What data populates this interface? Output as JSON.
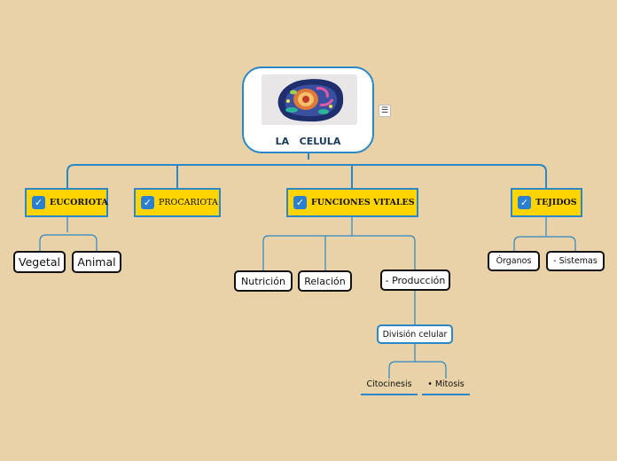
{
  "root": {
    "title": "LA   CELULA",
    "image_alt": "cell-illustration"
  },
  "menu_icon": "☰",
  "branches": [
    {
      "label": "EUCORIOTA",
      "bold": true
    },
    {
      "label": "PROCARIOTA",
      "bold": false
    },
    {
      "label": "FUNCIONES VITALES",
      "bold": true
    },
    {
      "label": "TEJIDOS",
      "bold": true
    }
  ],
  "eucariota_children": [
    "Vegetal",
    "Animal"
  ],
  "funciones_children": [
    "Nutrición",
    "Relación",
    "- Producción"
  ],
  "tejidos_children": [
    "Órganos",
    "- Sistemas"
  ],
  "produccion": {
    "division": "División celular",
    "leaves": [
      "Citocinesis",
      "• Mitosis"
    ]
  },
  "colors": {
    "background": "#e9d2a8",
    "accent": "#2b87c6",
    "branch_fill": "#ffd400",
    "check": "#2a7fd1"
  }
}
